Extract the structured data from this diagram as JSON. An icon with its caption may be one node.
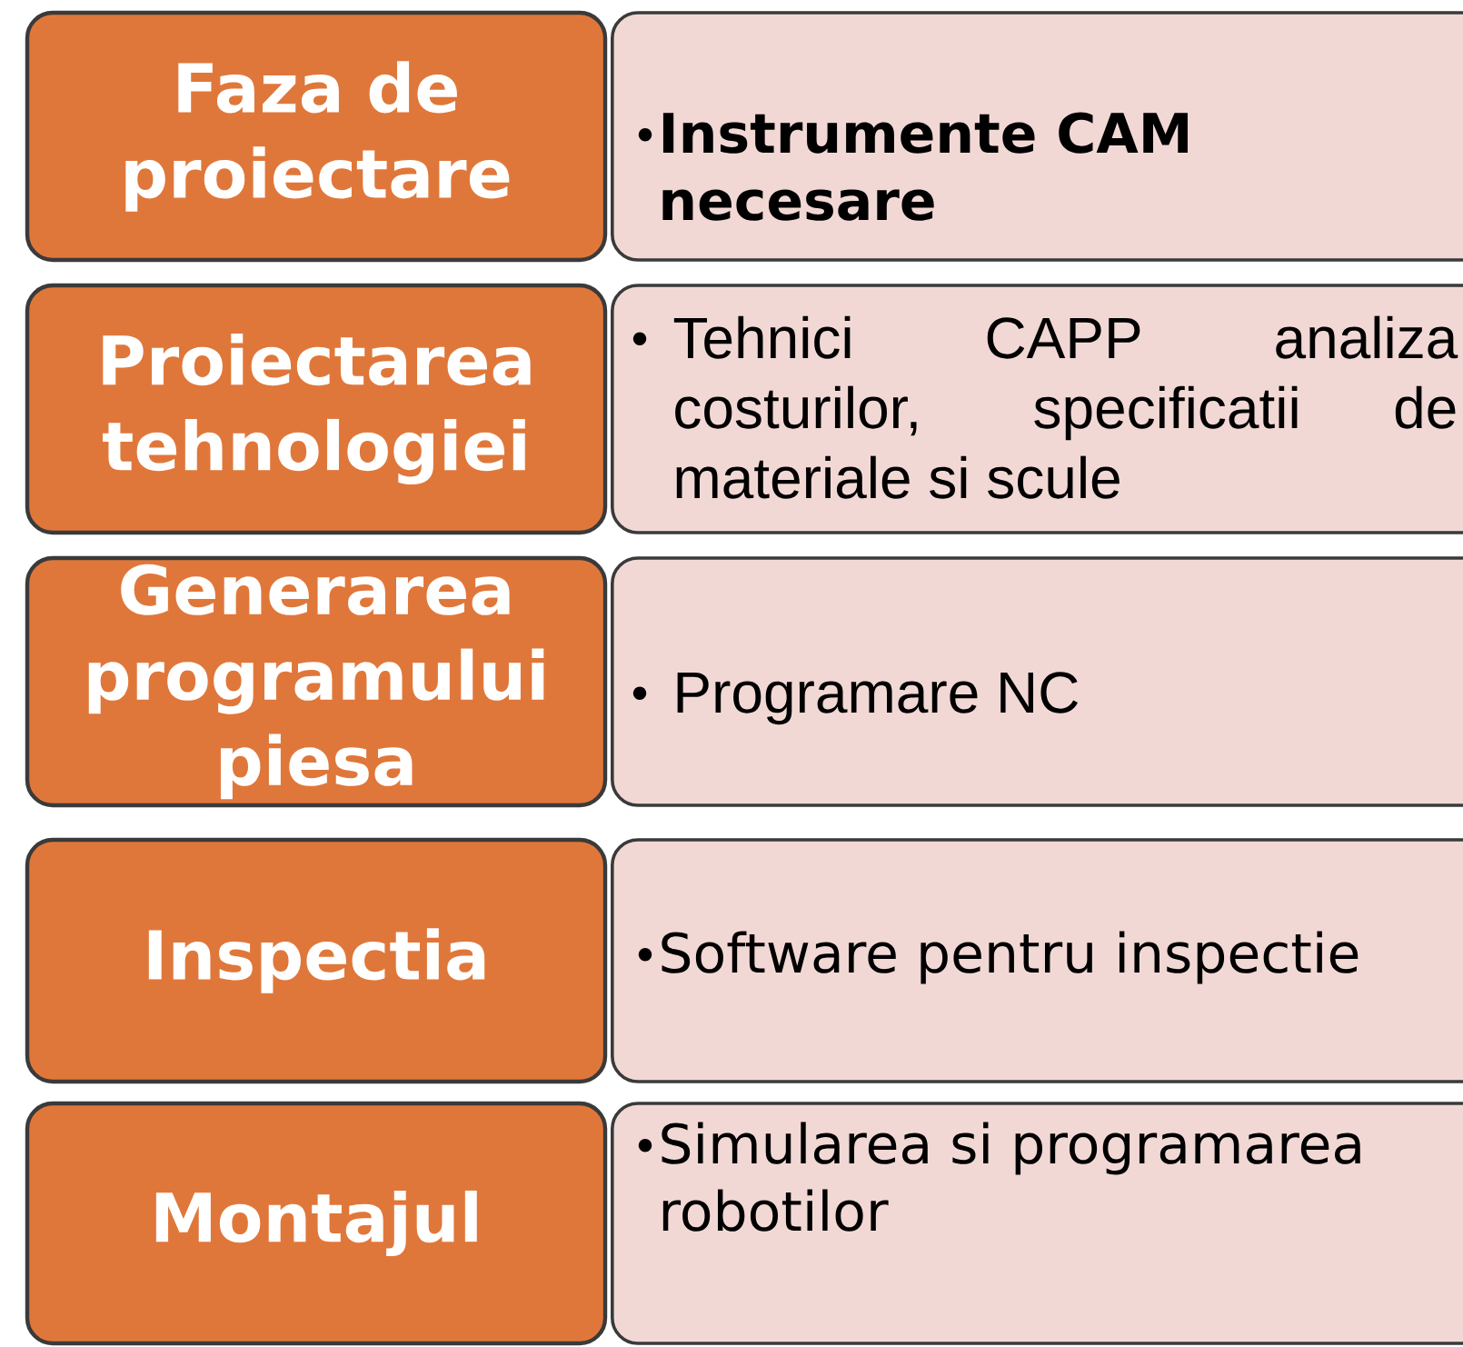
{
  "diagram": {
    "nodes": [
      {
        "text": [
          "Faza de proiectare"
        ]
      },
      {
        "text": [
          "**Instrumente CAM necesare**"
        ]
      },
      {
        "text": [
          "Proiectarea tehnologiei"
        ]
      },
      {
        "text": [
          "Tehnici CAPP analiza costurilor, specificatii de materiale si scule"
        ]
      },
      {
        "text": [
          "Generarea programului piesa"
        ]
      },
      {
        "text": [
          "Programare NC"
        ]
      },
      {
        "text": [
          "Inspectia"
        ]
      },
      {
        "text": [
          "Software pentru inspectie"
        ]
      },
      {
        "text": [
          "Montajul"
        ]
      },
      {
        "text": [
          "Simularea si programarea robotilor"
        ]
      }
    ]
  }
}
